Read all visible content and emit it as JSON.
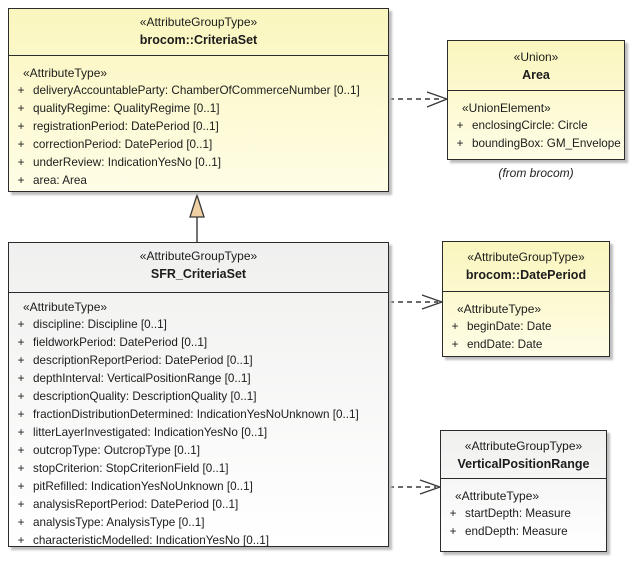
{
  "colors": {
    "yellow_top": "#FAF6BE",
    "yellow_bottom": "#FFFDE6",
    "plain_top": "#F0F0EF",
    "plain_bottom": "#FFFFFF",
    "border": "#2B2B2B",
    "shadow": "#BDBDBD",
    "text": "#1C1C1C",
    "connector": "#383838",
    "triangle_fill": "#EFD0A2",
    "canvas_bg": "#FFFFFF"
  },
  "boxes": {
    "criteriaSet": {
      "stereotype": "«AttributeGroupType»",
      "name": "brocom::CriteriaSet",
      "compartment_stereotype": "«AttributeType»",
      "visibility": "+",
      "attributes": [
        "deliveryAccountableParty: ChamberOfCommerceNumber [0..1]",
        "qualityRegime: QualityRegime [0..1]",
        "registrationPeriod: DatePeriod [0..1]",
        "correctionPeriod: DatePeriod [0..1]",
        "underReview: IndicationYesNo [0..1]",
        "area: Area"
      ]
    },
    "area": {
      "stereotype": "«Union»",
      "name": "Area",
      "compartment_stereotype": "«UnionElement»",
      "visibility": "+",
      "attributes": [
        "enclosingCircle: Circle",
        "boundingBox: GM_Envelope"
      ],
      "caption": "(from brocom)"
    },
    "sfrCriteriaSet": {
      "stereotype": "«AttributeGroupType»",
      "name": "SFR_CriteriaSet",
      "compartment_stereotype": "«AttributeType»",
      "visibility": "+",
      "attributes": [
        "discipline: Discipline [0..1]",
        "fieldworkPeriod: DatePeriod [0..1]",
        "descriptionReportPeriod: DatePeriod [0..1]",
        "depthInterval: VerticalPositionRange [0..1]",
        "descriptionQuality: DescriptionQuality [0..1]",
        "fractionDistributionDetermined: IndicationYesNoUnknown [0..1]",
        "litterLayerInvestigated: IndicationYesNo [0..1]",
        "outcropType: OutcropType [0..1]",
        "stopCriterion: StopCriterionField [0..1]",
        "pitRefilled: IndicationYesNoUnknown [0..1]",
        "analysisReportPeriod: DatePeriod [0..1]",
        "analysisType: AnalysisType [0..1]",
        "characteristicModelled: IndicationYesNo [0..1]"
      ]
    },
    "datePeriod": {
      "stereotype": "«AttributeGroupType»",
      "name": "brocom::DatePeriod",
      "compartment_stereotype": "«AttributeType»",
      "visibility": "+",
      "attributes": [
        "beginDate: Date",
        "endDate: Date"
      ]
    },
    "verticalPositionRange": {
      "stereotype": "«AttributeGroupType»",
      "name": "VerticalPositionRange",
      "compartment_stereotype": "«AttributeType»",
      "visibility": "+",
      "attributes": [
        "startDepth: Measure",
        "endDepth: Measure"
      ]
    }
  }
}
